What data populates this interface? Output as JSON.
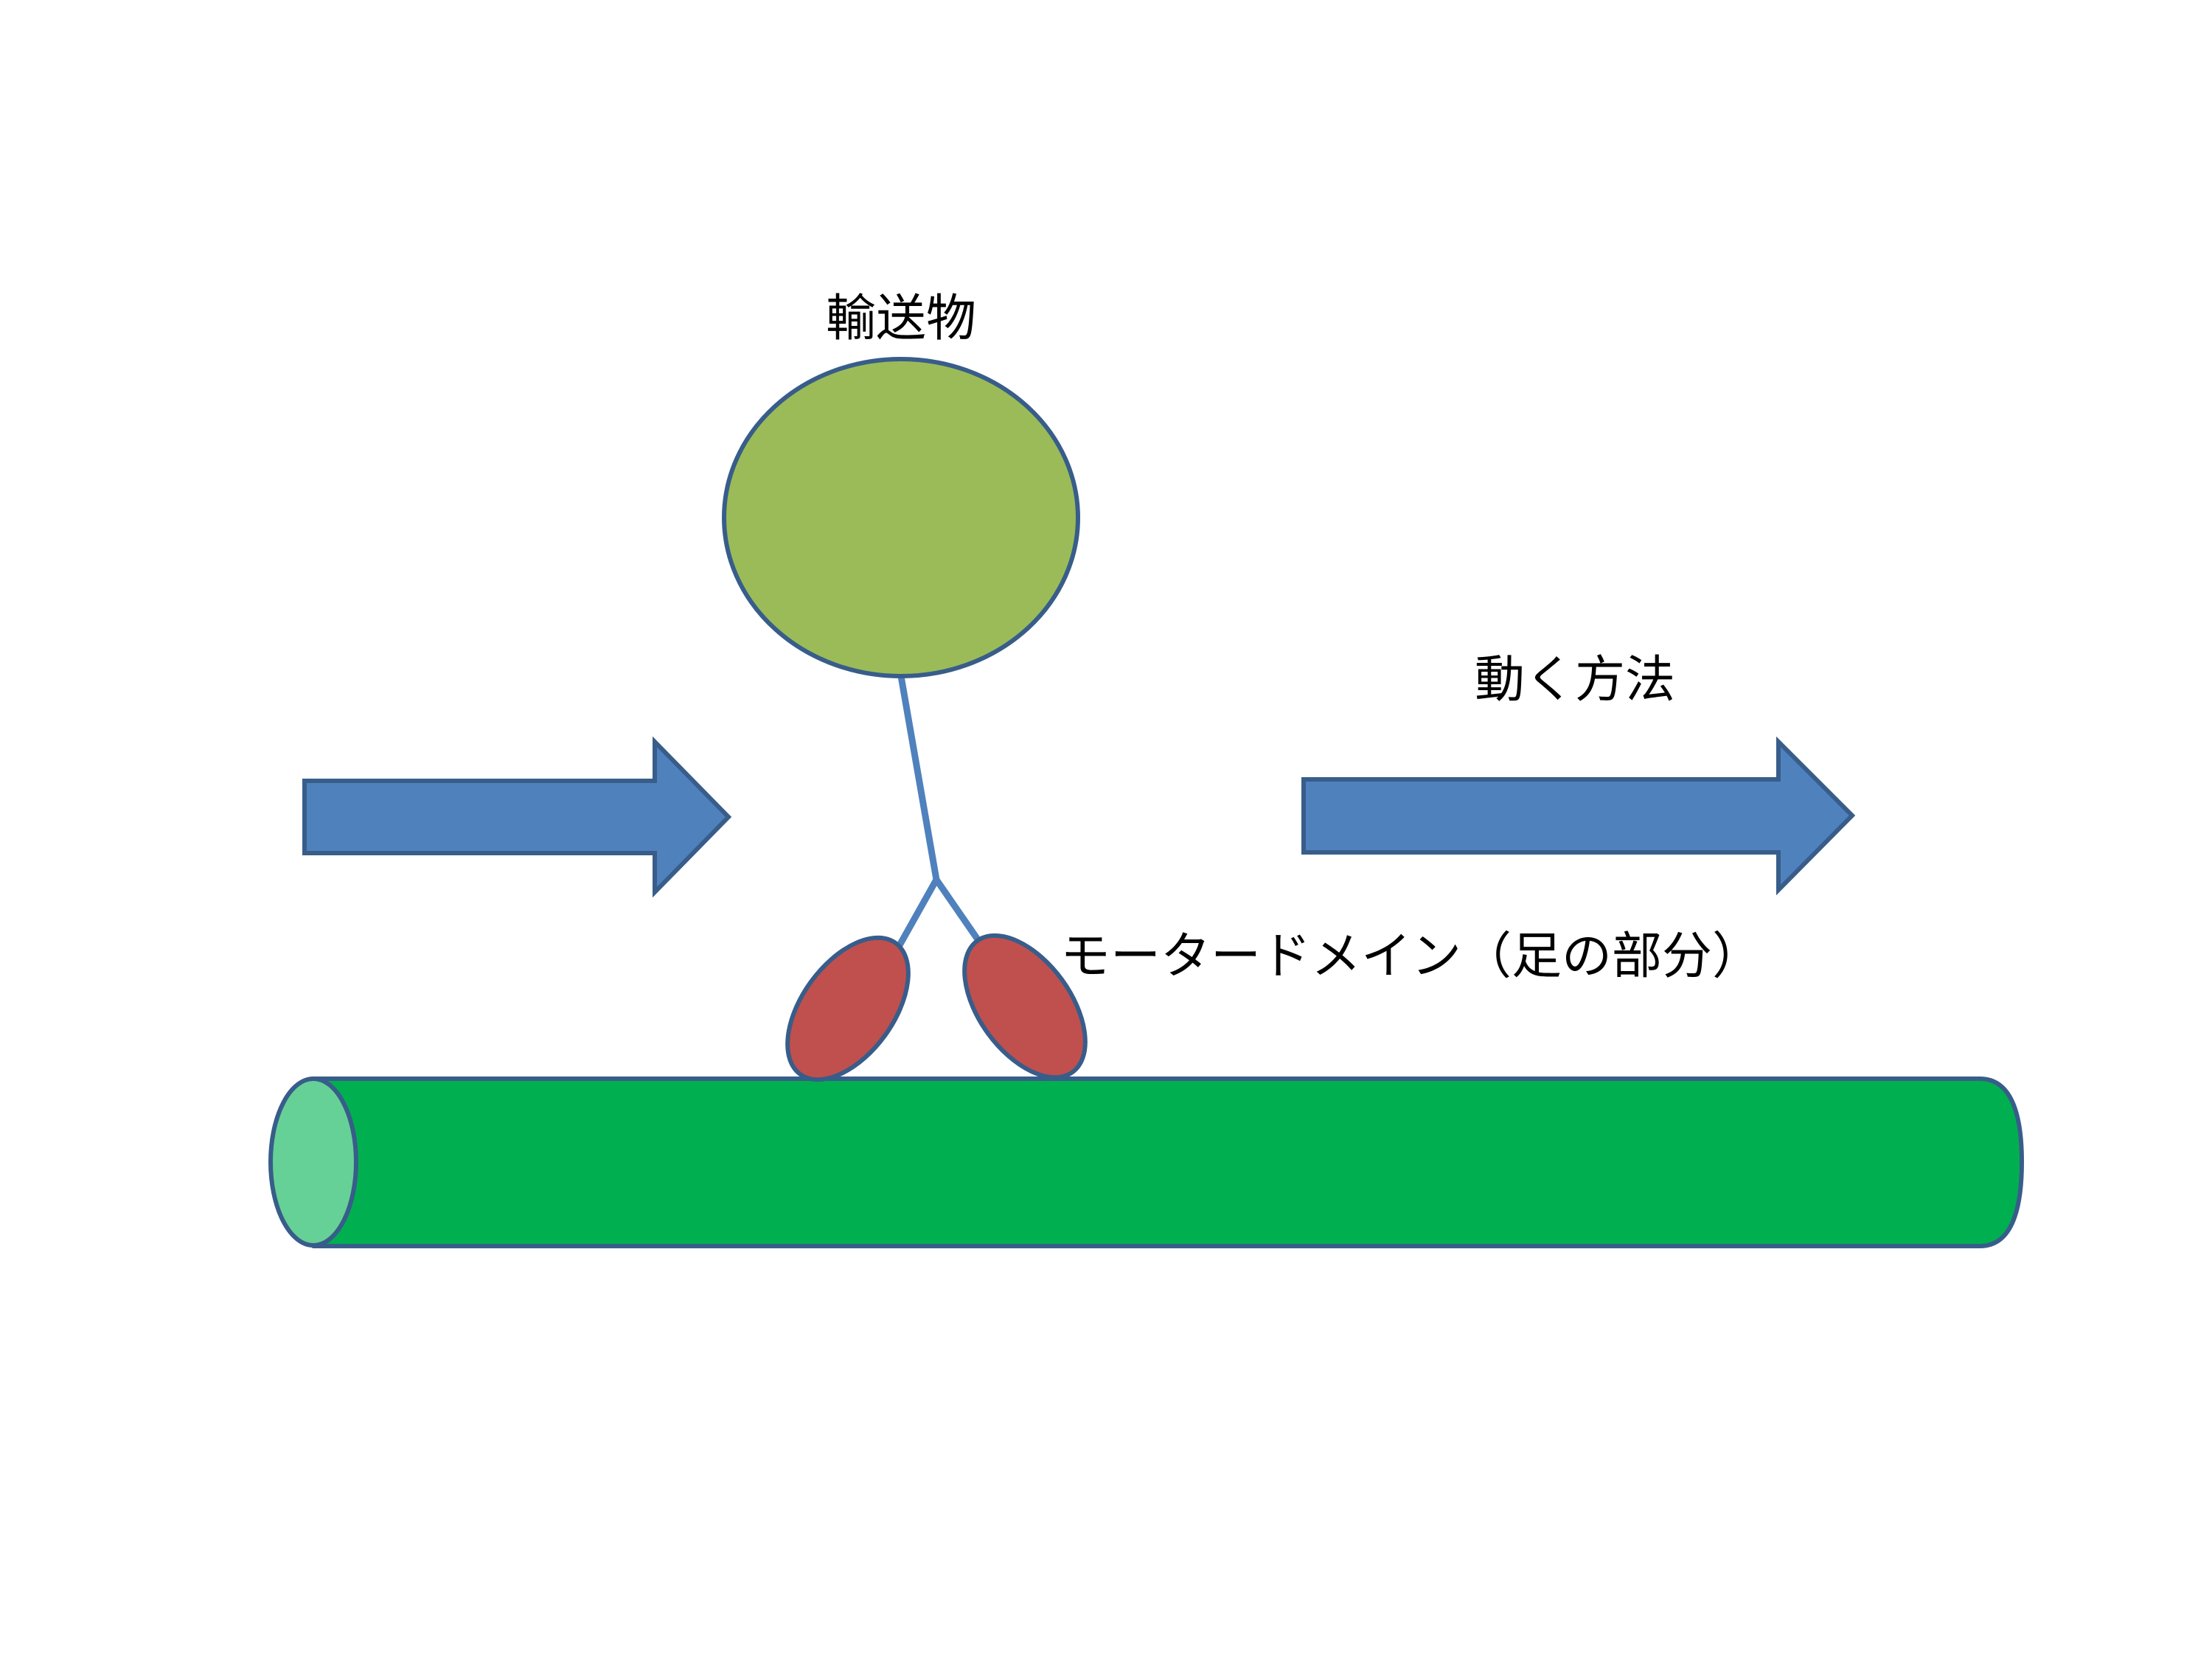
{
  "labels": {
    "cargo": "輸送物",
    "movement": "動く方法",
    "motor_domain": "モータードメイン（足の部分）"
  },
  "colors": {
    "cargo_fill": "#9BBB59",
    "outline": "#385D8A",
    "arrow_fill": "#4F81BD",
    "stalk": "#4F81BD",
    "motor_fill": "#C0504D",
    "filament_body": "#00B050",
    "filament_end": "#66D196"
  }
}
